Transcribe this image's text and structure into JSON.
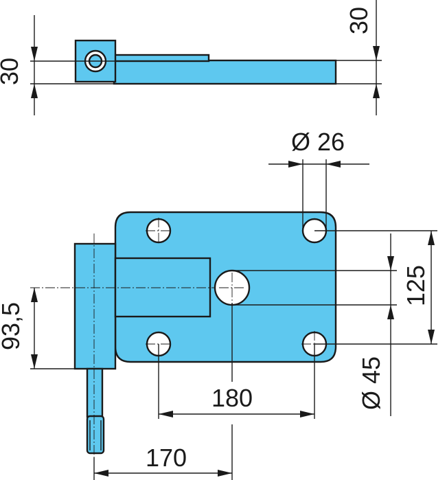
{
  "colors": {
    "part": "#5ec8ef",
    "line": "#1a1a1a",
    "background": "#ffffff"
  },
  "dimensions": {
    "side_height_left": "30",
    "side_height_right": "30",
    "small_hole_dia": "Ø 26",
    "hole_spacing_vertical": "125",
    "center_offset_left": "93,5",
    "large_hole_dia": "Ø 45",
    "hole_spacing_horizontal": "180",
    "shaft_to_center": "170"
  }
}
